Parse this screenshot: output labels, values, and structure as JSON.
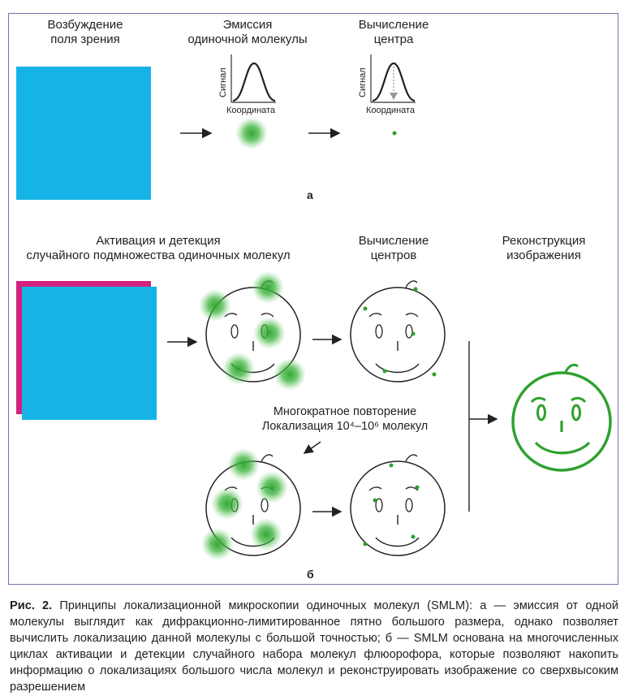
{
  "panel_a": {
    "step1_line1": "Возбуждение",
    "step1_line2": "поля зрения",
    "step2_line1": "Эмиссия",
    "step2_line2": "одиночной молекулы",
    "step3_line1": "Вычисление",
    "step3_line2": "центра",
    "y_axis": "Сигнал",
    "x_axis": "Координата",
    "label": "а"
  },
  "panel_b": {
    "step1_line1": "Активация и детекция",
    "step1_line2": "случайного подмножества одиночных молекул",
    "step2_line1": "Вычисление",
    "step2_line2": "центров",
    "step3_line1": "Реконструкция",
    "step3_line2": "изображения",
    "repeat_line1": "Многократное повторение",
    "repeat_line2": "Локализация 10⁴–10⁶ молекул",
    "label": "б"
  },
  "caption": {
    "title": "Рис. 2.",
    "text": " Принципы локализационной микроскопии одиночных молекул (SMLM): а — эмиссия от одной молекулы выглядит как дифракционно-лимитированное пятно большого размера, однако позволяет вычислить локализацию данной молекулы с большой точностью; б — SMLM основана на многочисленных циклах активации и детекции случайного набора молекул флюорофора, которые позволяют накопить информацию о локализациях большого числа молекул и реконструировать изображение со сверхвысоким разрешением"
  },
  "colors": {
    "cyan": "#16b4e6",
    "magenta": "#d3217e",
    "green": "#2fa12f",
    "frame": "#7a6fa8"
  }
}
